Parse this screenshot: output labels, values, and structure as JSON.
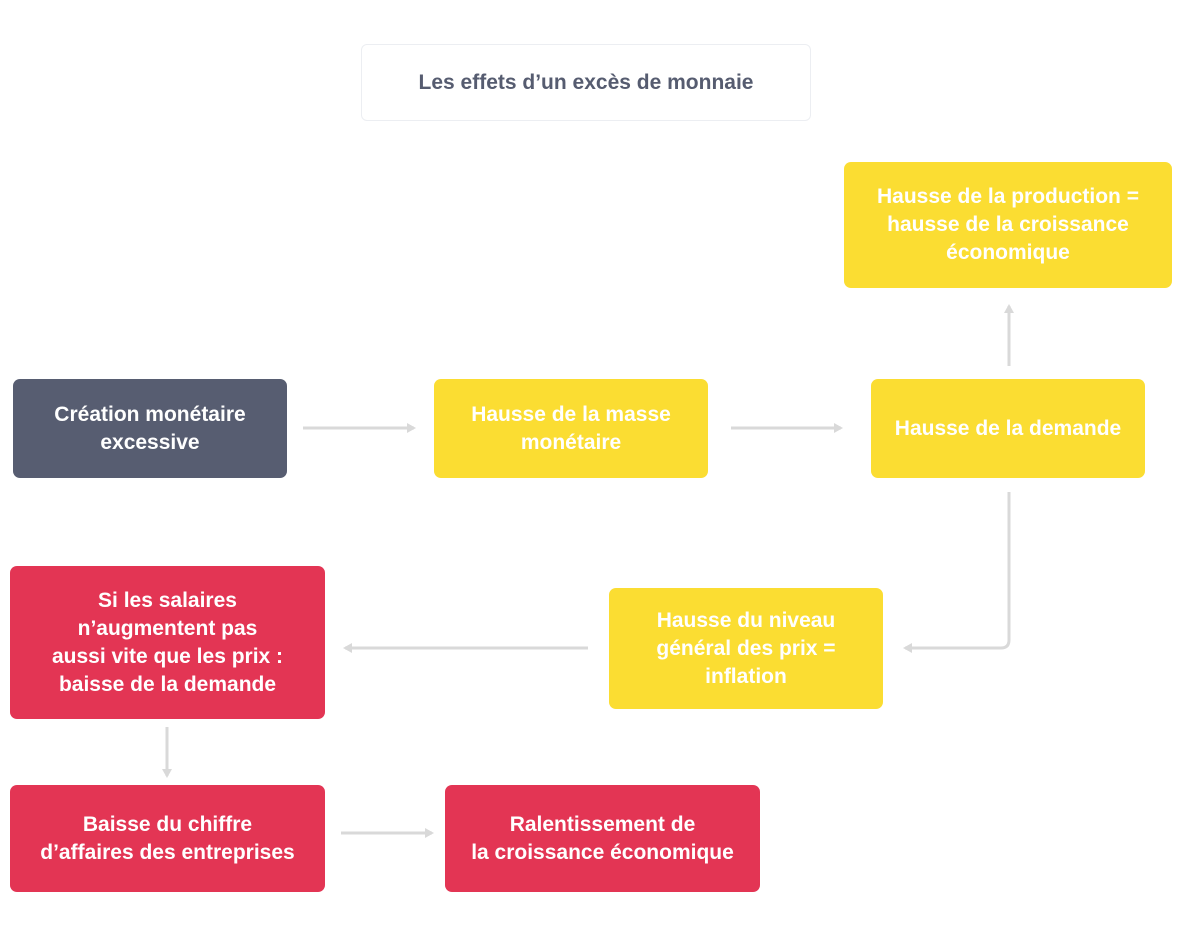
{
  "title": "Les effets d’un excès de monnaie",
  "nodes": {
    "creation": "Création monétaire\nexcessive",
    "masse": "Hausse de la masse\nmonétaire",
    "demande": "Hausse de la demande",
    "production": "Hausse de la production =\nhausse de la croissance\néconomique",
    "prix": "Hausse du niveau\ngénéral des prix =\ninflation",
    "salaires": "Si les salaires\nn’augmentent pas\naussi vite que les prix :\nbaisse de la demande",
    "chiffre": "Baisse du chiffre\nd’affaires des entreprises",
    "ralentissement": "Ralentissement de\nla croissance économique"
  },
  "colors": {
    "dark": "#575d71",
    "yellow": "#fbdd32",
    "red": "#e33554",
    "arrow": "#d9d9d9"
  }
}
